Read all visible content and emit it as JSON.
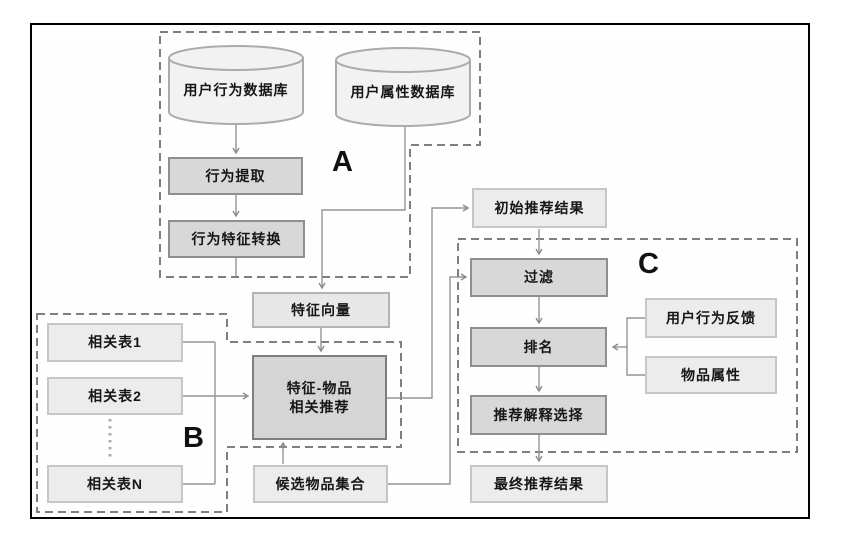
{
  "diagram": {
    "title": "recommendation-pipeline-flowchart",
    "group_labels": {
      "a": "A",
      "b": "B",
      "c": "C"
    },
    "nodes": {
      "user_behavior_db": {
        "label": "用户行为数据库",
        "shape": "cylinder"
      },
      "user_attribute_db": {
        "label": "用户属性数据库",
        "shape": "cylinder"
      },
      "behavior_extraction": {
        "label": "行为提取"
      },
      "behavior_feature_transform": {
        "label": "行为特征转换"
      },
      "feature_vector": {
        "label": "特征向量"
      },
      "feature_item_recommend": {
        "label_line1": "特征-物品",
        "label_line2": "相关推荐"
      },
      "related_table_1": {
        "label": "相关表1"
      },
      "related_table_2": {
        "label": "相关表2"
      },
      "related_table_n": {
        "label": "相关表N"
      },
      "candidate_item_set": {
        "label": "候选物品集合"
      },
      "initial_results": {
        "label": "初始推荐结果"
      },
      "filter": {
        "label": "过滤"
      },
      "ranking": {
        "label": "排名"
      },
      "explanation_selection": {
        "label": "推荐解释选择"
      },
      "final_results": {
        "label": "最终推荐结果"
      },
      "user_feedback": {
        "label": "用户行为反馈"
      },
      "item_attributes": {
        "label": "物品属性"
      }
    },
    "colors": {
      "dark_box_fill": "#d8d8d8",
      "dark_box_border": "#8f8f8f",
      "light_box_fill": "#ececec",
      "light_box_border": "#c6c6c6",
      "cylinder_fill": "#f2f2f2",
      "cylinder_border": "#ababab",
      "connector_line": "#949494",
      "dashed_outline": "#7f7f7f",
      "frame": "#000000"
    }
  }
}
